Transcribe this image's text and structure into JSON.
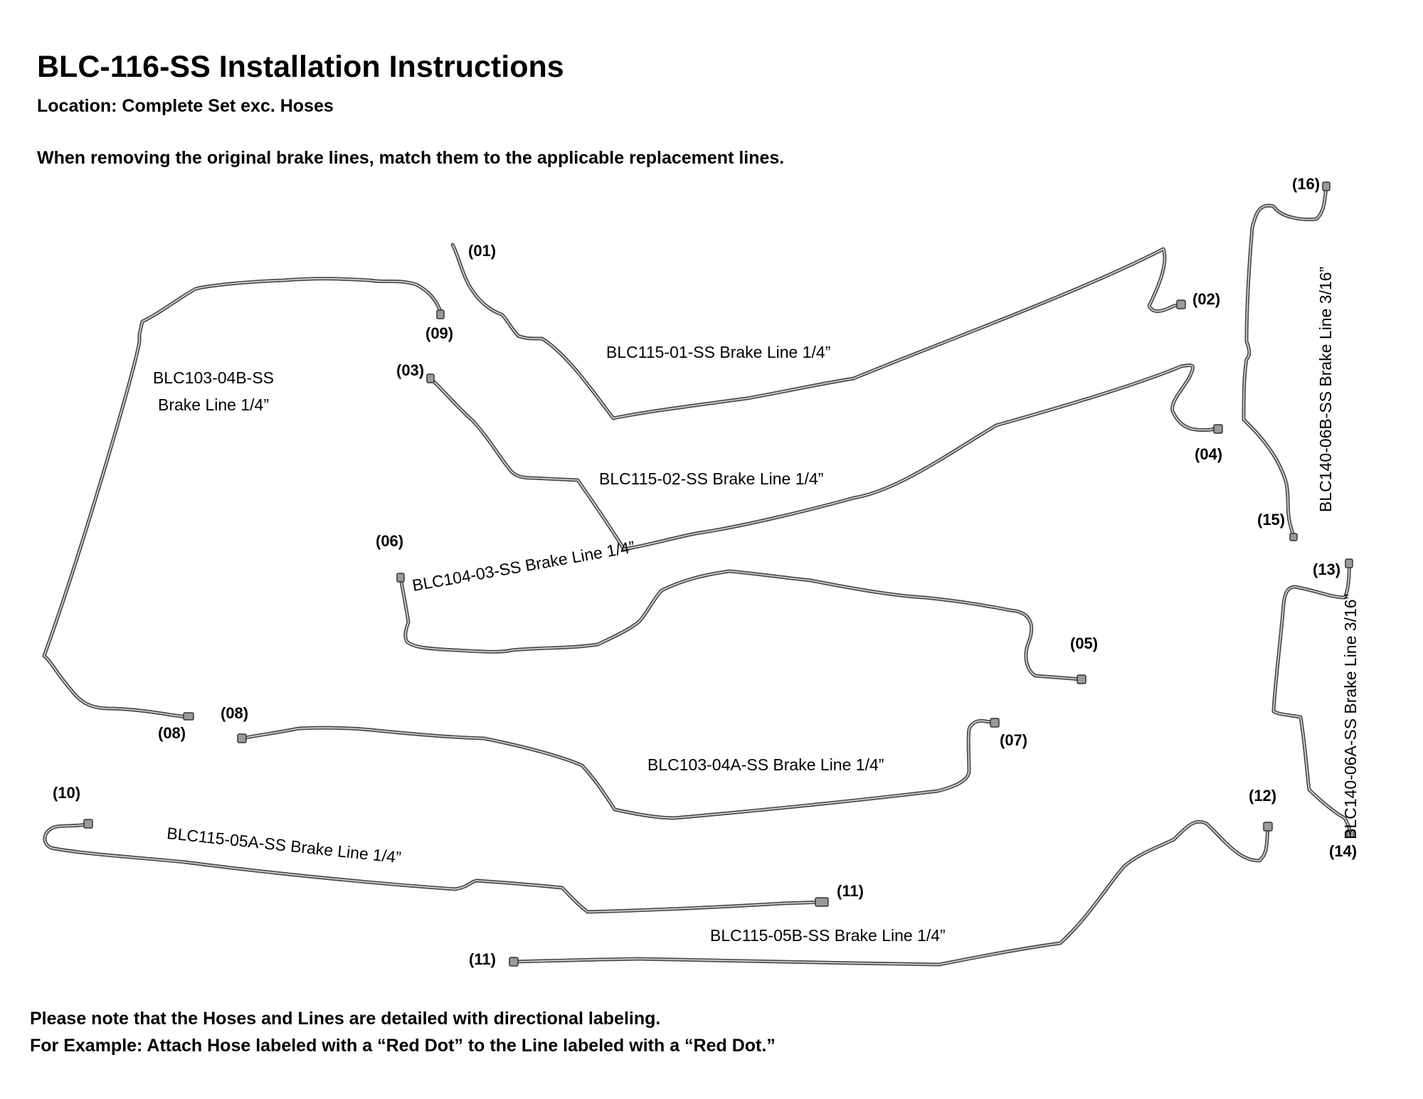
{
  "header": {
    "title": "BLC-116-SS Installation Instructions",
    "location": "Location: Complete Set exc. Hoses",
    "instruction": "When removing the original brake lines, match them to the applicable replacement lines."
  },
  "lines": [
    {
      "part": "BLC103-04B-SS",
      "size": "Brake Line 1/4”"
    },
    {
      "label": "BLC115-01-SS Brake Line 1/4”"
    },
    {
      "label": "BLC115-02-SS Brake Line 1/4”"
    },
    {
      "label": "BLC104-03-SS Brake Line 1/4”"
    },
    {
      "label": "BLC103-04A-SS Brake Line 1/4”"
    },
    {
      "label": "BLC115-05A-SS Brake Line 1/4”"
    },
    {
      "label": "BLC115-05B-SS Brake Line 1/4”"
    },
    {
      "label": "BLC140-06B-SS Brake Line 3/16”"
    },
    {
      "label": "BLC140-06A-SS Brake Line 3/16”"
    }
  ],
  "points": [
    "(01)",
    "(02)",
    "(03)",
    "(04)",
    "(05)",
    "(06)",
    "(07)",
    "(08)",
    "(08)",
    "(09)",
    "(10)",
    "(11)",
    "(11)",
    "(12)",
    "(13)",
    "(14)",
    "(15)",
    "(16)"
  ],
  "footer": {
    "note1": "Please note that the Hoses and Lines are detailed with directional labeling.",
    "note2": "For Example: Attach Hose labeled with a “Red Dot” to the Line labeled with a “Red Dot.”"
  }
}
